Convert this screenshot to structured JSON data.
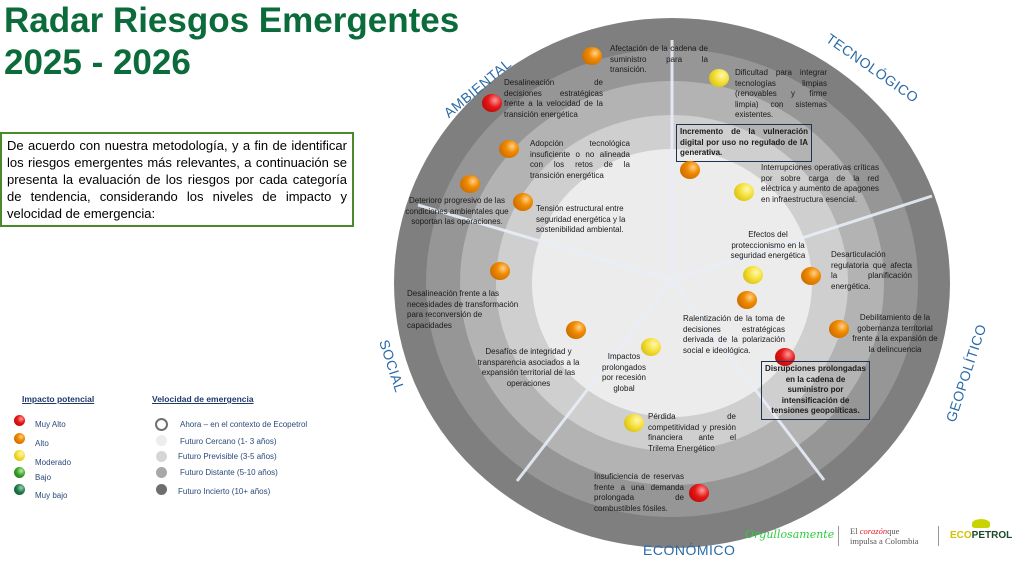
{
  "title": {
    "line1": "Radar Riesgos Emergentes",
    "line2": "2025 - 2026"
  },
  "intro": "De acuerdo con nuestra metodología, y a fin de identificar los riesgos emergentes más relevantes, a continuación se presenta la evaluación de los riesgos por cada categoría de tendencia, considerando los niveles de impacto y velocidad de emergencia:",
  "categories": {
    "ambiental": "AMBIENTAL",
    "tecnologico": "TECNOLÓGICO",
    "social": "SOCIAL",
    "geopolitico": "GEOPOLÍTICO",
    "economico": "ECONÓMICO"
  },
  "risks": [
    {
      "text": "Afectación de la cadena de suministro para la transición.",
      "impact": "Alto"
    },
    {
      "text": "Desalineación de decisiones estratégicas frente a la velocidad de la transición energética",
      "impact": "Muy Alto"
    },
    {
      "text": "Adopción tecnológica insuficiente o no alineada con los retos de la transición energética",
      "impact": "Alto"
    },
    {
      "text": "Deterioro progresivo de las condiciones ambientales que soportan las operaciones.",
      "impact": "Alto"
    },
    {
      "text": "Tensión estructural entre seguridad energética y la sostenibilidad ambiental.",
      "impact": "Alto"
    },
    {
      "text": "Dificultad para integrar tecnologías limpias (renovables y firme limpia) con sistemas existentes.",
      "impact": "Moderado"
    },
    {
      "text": "Incremento de la vulneración digital por uso no regulado de IA generativa.",
      "impact": "Alto"
    },
    {
      "text": "Interrupciones operativas críticas por sobre carga de la red eléctrica y aumento de apagones en infraestructura esencial.",
      "impact": "Moderado"
    },
    {
      "text": "Efectos del proteccionismo en la seguridad energética",
      "impact": "Moderado"
    },
    {
      "text": "Desarticulación regulatoria que afecta la planificación energética.",
      "impact": "Alto"
    },
    {
      "text": "Ralentización de la toma de decisiones estratégicas derivada de la polarización social e ideológica.",
      "impact": "Alto"
    },
    {
      "text": "Debilitamiento de la gobernanza territorial frente a la expansión de la delincuencia",
      "impact": "Alto"
    },
    {
      "text": "Disrupciones prolongadas en la cadena de suministro por intensificación de tensiones geopolíticas.",
      "impact": "Muy Alto"
    },
    {
      "text": "Desalineación frente a las necesidades de transformación para reconversión de capacidades",
      "impact": "Alto"
    },
    {
      "text": "Desafíos de integridad y transparencia asociados a la expansión territorial de las operaciones",
      "impact": "Alto"
    },
    {
      "text": "Impactos prolongados por recesión global",
      "impact": "Moderado"
    },
    {
      "text": "Pérdida de competitividad y presión financiera ante el Trilema Energético",
      "impact": "Moderado"
    },
    {
      "text": "Insuficiencia de reservas frente a una demanda prolongada de combustibles fósiles.",
      "impact": "Muy Alto"
    }
  ],
  "legend": {
    "impact_title": "Impacto potencial",
    "impact_items": [
      "Muy Alto",
      "Alto",
      "Moderado",
      "Bajo",
      "Muy bajo"
    ],
    "speed_title": "Velocidad de emergencia",
    "speed_items": [
      "Ahora – en el contexto de Ecopetrol",
      "Futuro Cercano (1- 3 años)",
      "Futuro Previsible (3-5 años)",
      "Futuro Distante (5-10 años)",
      "Futuro Incierto  (10+ años)"
    ]
  },
  "footer": {
    "slogan": "Orgullosamente",
    "tagline1_a": "El",
    "tagline1_b": "corazón",
    "tagline1_c": "que",
    "tagline2": "impulsa a Colombia",
    "logo": "ecopetrol"
  },
  "colors": {
    "title": "#0b6b3a",
    "category": "#2a6aa8",
    "muy_alto": "#e51818",
    "alto": "#f08a00",
    "moderado": "#f5e03a"
  }
}
